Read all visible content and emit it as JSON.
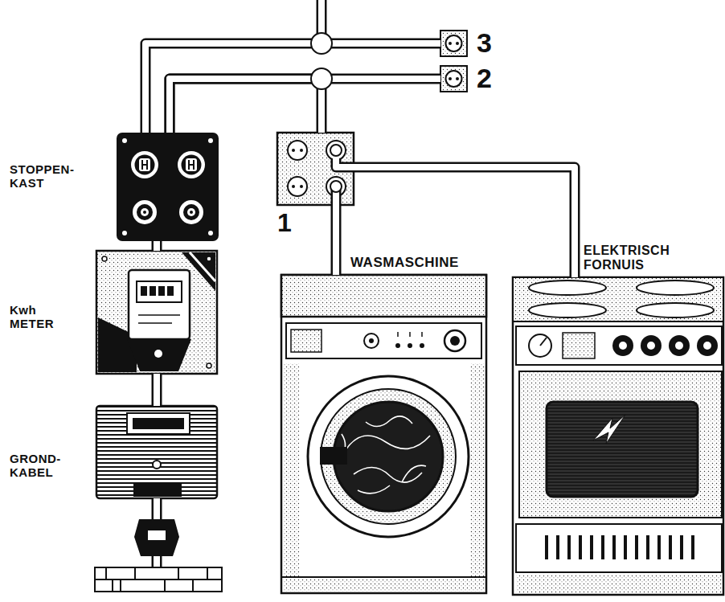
{
  "diagram": {
    "nodes": [
      {
        "text": [
          "STOPPEN- KAST"
        ]
      },
      {
        "text": [
          "Kwh METER"
        ]
      },
      {
        "text": [
          "GROND- KABEL"
        ]
      },
      {
        "text": [
          "3"
        ]
      },
      {
        "text": [
          "2"
        ]
      },
      {
        "text": [
          "1"
        ]
      },
      {
        "text": [
          "WASMASCHINE"
        ]
      },
      {
        "text": [
          "ELEKTRISCH FORNUIS"
        ]
      }
    ],
    "edges": [
      {
        "from": 2,
        "to": 1,
        "arrow": "none"
      },
      {
        "from": 1,
        "to": 0,
        "arrow": "none"
      },
      {
        "from": 0,
        "to": 3,
        "arrow": "none"
      },
      {
        "from": 0,
        "to": 4,
        "arrow": "none"
      },
      {
        "from": 0,
        "to": 5,
        "arrow": "none"
      },
      {
        "from": 5,
        "to": 6,
        "arrow": "none"
      },
      {
        "from": 5,
        "to": 7,
        "arrow": "none"
      }
    ]
  }
}
